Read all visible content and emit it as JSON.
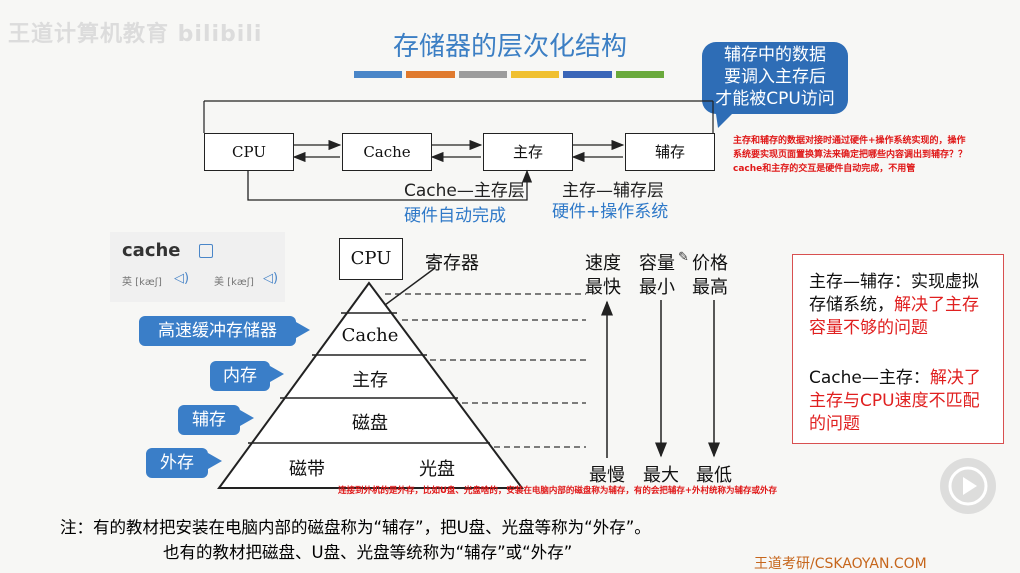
{
  "watermark": {
    "text": "王道计算机教育 bilibili"
  },
  "title": "存储器的层次化结构",
  "color_bar": [
    "#4a86c8",
    "#e07a2e",
    "#9c9c9c",
    "#f0c030",
    "#3a66b8",
    "#6aaa3c"
  ],
  "callout": {
    "lines": [
      "辅存中的数据",
      "要调入主存后",
      "才能被CPU访问"
    ]
  },
  "top_boxes": {
    "cpu": "CPU",
    "cache": "Cache",
    "main": "主存",
    "aux": "辅存"
  },
  "top_labels": {
    "cache_main_layer": "Cache—主存层",
    "main_aux_layer": "主存—辅存层",
    "hardware_auto": "硬件自动完成",
    "hardware_os": "硬件+操作系统"
  },
  "red_small_note": [
    "主存和辅存的数据对接时通过硬件+操作系统实现的，操作",
    "系统要实现页面置换算法来确定把哪些内容调出到辅存？？",
    "cache和主存的交互是硬件自动完成，不用管"
  ],
  "dict_popup": {
    "word": "cache",
    "uk": "英 [kæʃ]",
    "us": "美 [kæʃ]",
    "speaker_icon": "speaker-icon",
    "copy_icon": "copy-icon"
  },
  "pyramid": {
    "cpu": "CPU",
    "register": "寄存器",
    "cache": "Cache",
    "main": "主存",
    "disk": "磁盘",
    "tape": "磁带",
    "optical": "光盘"
  },
  "side_labels": {
    "cache_mem": "高速缓冲存储器",
    "inner": "内存",
    "aux": "辅存",
    "external": "外存"
  },
  "axes": {
    "speed_top": [
      "速度",
      "最快"
    ],
    "capacity_top": [
      "容量",
      "最小"
    ],
    "price_top": [
      "价格",
      "最高"
    ],
    "speed_bottom": "最慢",
    "capacity_bottom": "最大",
    "price_bottom": "最低",
    "pen_icon": "pencil-icon"
  },
  "note_box": {
    "p1_black": "主存—辅存：实现虚拟存储系统，",
    "p1_red": "解决了主存容量不够的问题",
    "p2_black": "Cache—主存：",
    "p2_red": "解决了主存与CPU速度不匹配的问题"
  },
  "red_mid_note": "连接到外机的是外存，比如U盘、光盘啥的，安装在电脑内部的磁盘称为辅存，有的会把辅存+外村统称为辅存或外存",
  "footnote": {
    "line1": "注：有的教材把安装在电脑内部的磁盘称为“辅存”，把U盘、光盘等称为“外存”。",
    "line2": "也有的教材把磁盘、U盘、光盘等统称为“辅存”或“外存”"
  },
  "brand": "王道考研/CSKAOYAN.COM",
  "play_icon": "play-icon"
}
